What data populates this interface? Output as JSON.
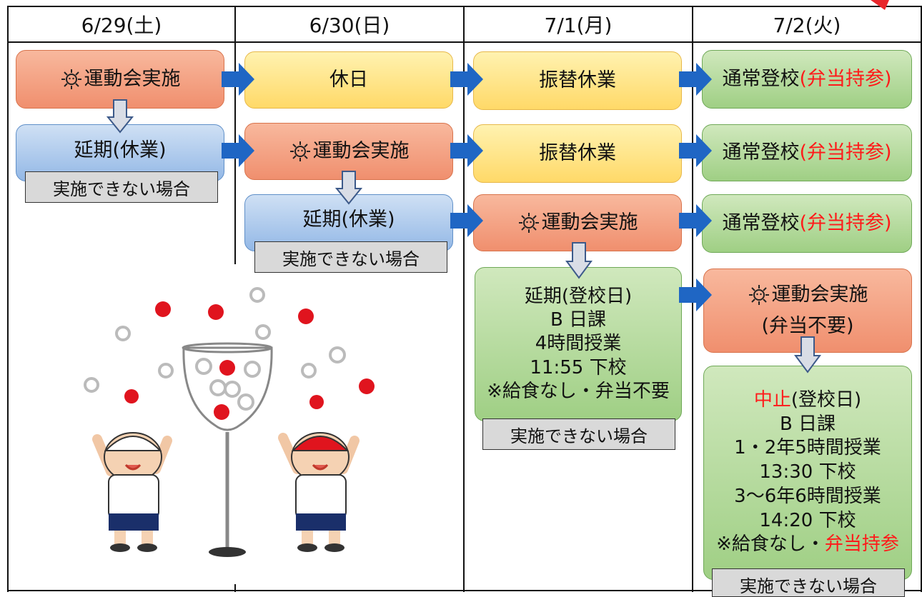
{
  "headers": [
    "6/29(土)",
    "6/30(日)",
    "7/1(月)",
    "7/2(火)"
  ],
  "labels": {
    "held": "運動会実施",
    "holiday": "休日",
    "substitute": "振替休業",
    "normal_school": "通常登校",
    "bring_lunch": "(弁当持参)",
    "postponed_rest": "延期(休業)",
    "cannot_hold": "実施できない場合"
  },
  "postponed_school": {
    "line1": "延期(登校日)",
    "line2": "B 日課",
    "line3": "4時間授業",
    "line4": "11:55 下校",
    "line5": "※給食なし・弁当不要"
  },
  "held_no_lunch": {
    "line1": "運動会実施",
    "line2": "(弁当不要)"
  },
  "cancelled": {
    "cancel_word": "中止",
    "line1_rest": "(登校日)",
    "line2": "B 日課",
    "line3": "1・2年5時間授業",
    "line4": "13:30 下校",
    "line5": "3～6年6時間授業",
    "line6": "14:20 下校",
    "line7_prefix": "※給食なし・",
    "line7_red": "弁当持参"
  },
  "colors": {
    "orange": "#f08f6e",
    "yellow": "#ffd968",
    "blue": "#93b8e6",
    "green": "#9fcf84",
    "red_text": "#ff1a1a",
    "arrow_blue": "#1f66c4"
  },
  "icons": [
    "sun-icon",
    "right-arrow-icon",
    "down-arrow-icon"
  ]
}
